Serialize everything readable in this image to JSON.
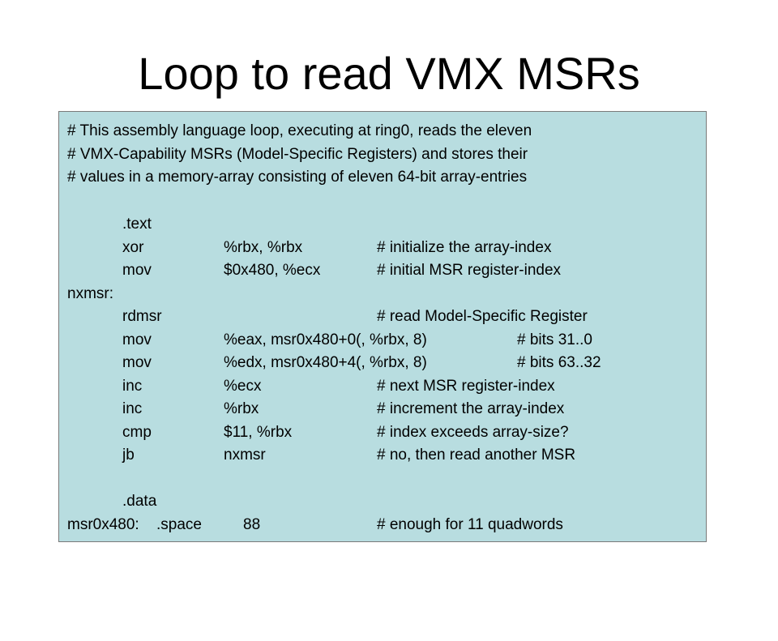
{
  "slide": {
    "title": "Loop to read VMX MSRs"
  },
  "code": {
    "comment_1": "# This assembly language loop, executing at ring0, reads the eleven",
    "comment_2": "# VMX-Capability MSRs (Model-Specific Registers) and stores their",
    "comment_3": "# values in a memory-array consisting of eleven 64-bit array-entries",
    "text_directive": ".text",
    "xor_op": "xor",
    "xor_args": "%rbx, %rbx",
    "xor_comment": "# initialize the array-index",
    "mov1_op": "mov",
    "mov1_args": "$0x480, %ecx",
    "mov1_comment": "# initial MSR register-index",
    "nxmsr_label": "nxmsr:",
    "rdmsr_op": "rdmsr",
    "rdmsr_comment": "# read Model-Specific Register",
    "mov2_op": "mov",
    "mov2_args": "%eax, msr0x480+0(, %rbx, 8)",
    "mov2_comment": "# bits 31..0",
    "mov3_op": "mov",
    "mov3_args": "%edx, msr0x480+4(, %rbx, 8)",
    "mov3_comment": "# bits 63..32",
    "inc1_op": "inc",
    "inc1_args": "%ecx",
    "inc1_comment": "# next MSR register-index",
    "inc2_op": "inc",
    "inc2_args": "%rbx",
    "inc2_comment": "# increment the array-index",
    "cmp_op": "cmp",
    "cmp_args": "$11, %rbx",
    "cmp_comment": "# index exceeds array-size?",
    "jb_op": "jb",
    "jb_args": "nxmsr",
    "jb_comment": "# no, then read another MSR",
    "data_directive": ".data",
    "msr_label": "msr0x480:",
    "space_op": ".space",
    "space_args": "88",
    "space_comment": "# enough for 11 quadwords"
  }
}
